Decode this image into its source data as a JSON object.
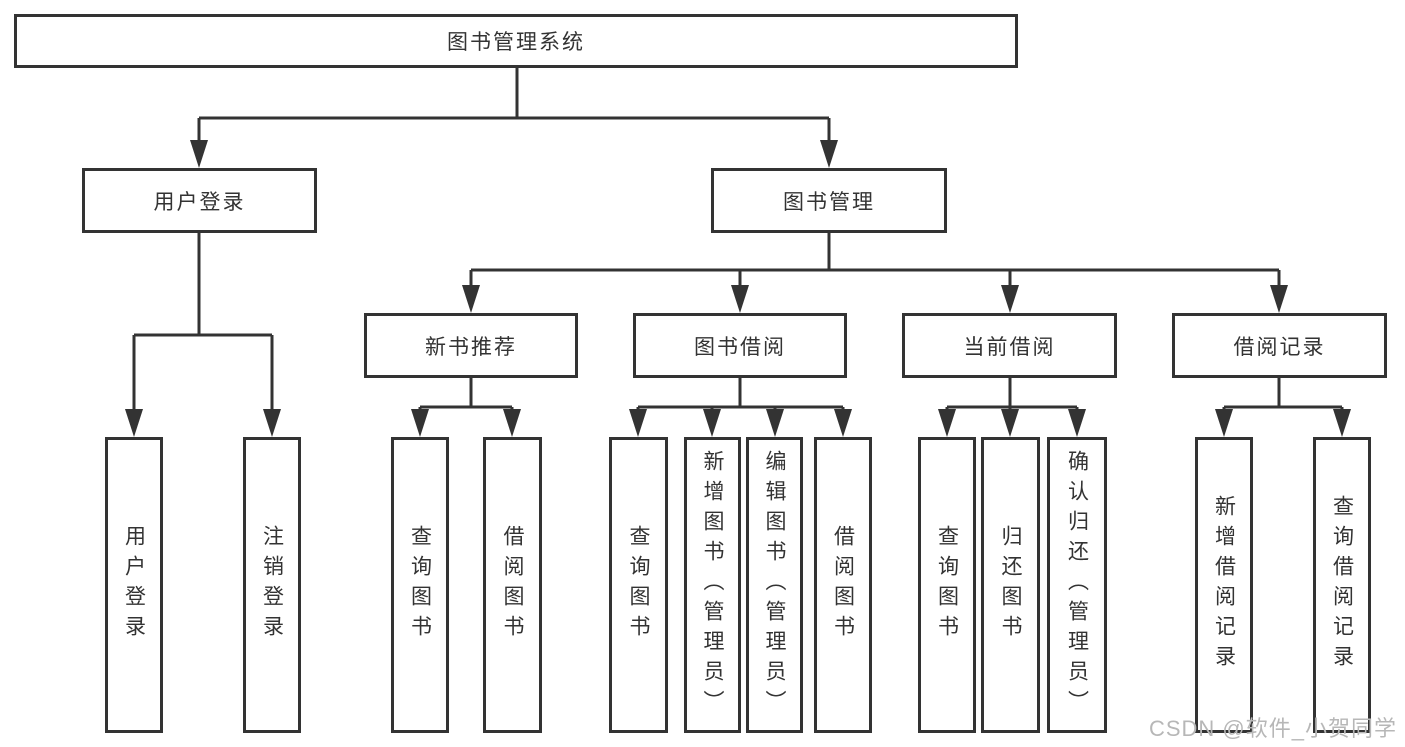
{
  "watermark": "CSDN @软件_小贺同学",
  "tree": {
    "root": {
      "label": "图书管理系统",
      "children": [
        {
          "label": "用户登录",
          "children": [
            {
              "label": "用户登录"
            },
            {
              "label": "注销登录"
            }
          ]
        },
        {
          "label": "图书管理",
          "children": [
            {
              "label": "新书推荐",
              "children": [
                {
                  "label": "查询图书"
                },
                {
                  "label": "借阅图书"
                }
              ]
            },
            {
              "label": "图书借阅",
              "children": [
                {
                  "label": "查询图书"
                },
                {
                  "label": "新增图书（管理员）"
                },
                {
                  "label": "编辑图书（管理员）"
                },
                {
                  "label": "借阅图书"
                }
              ]
            },
            {
              "label": "当前借阅",
              "children": [
                {
                  "label": "查询图书"
                },
                {
                  "label": "归还图书"
                },
                {
                  "label": "确认归还（管理员）"
                }
              ]
            },
            {
              "label": "借阅记录",
              "children": [
                {
                  "label": "新增借阅记录"
                },
                {
                  "label": "查询借阅记录"
                }
              ]
            }
          ]
        }
      ]
    }
  },
  "style": {
    "line_color": "#333333",
    "box_border_color": "#333333",
    "text_color": "#333333",
    "watermark_color": "#b7b7b7",
    "background": "#ffffff"
  }
}
